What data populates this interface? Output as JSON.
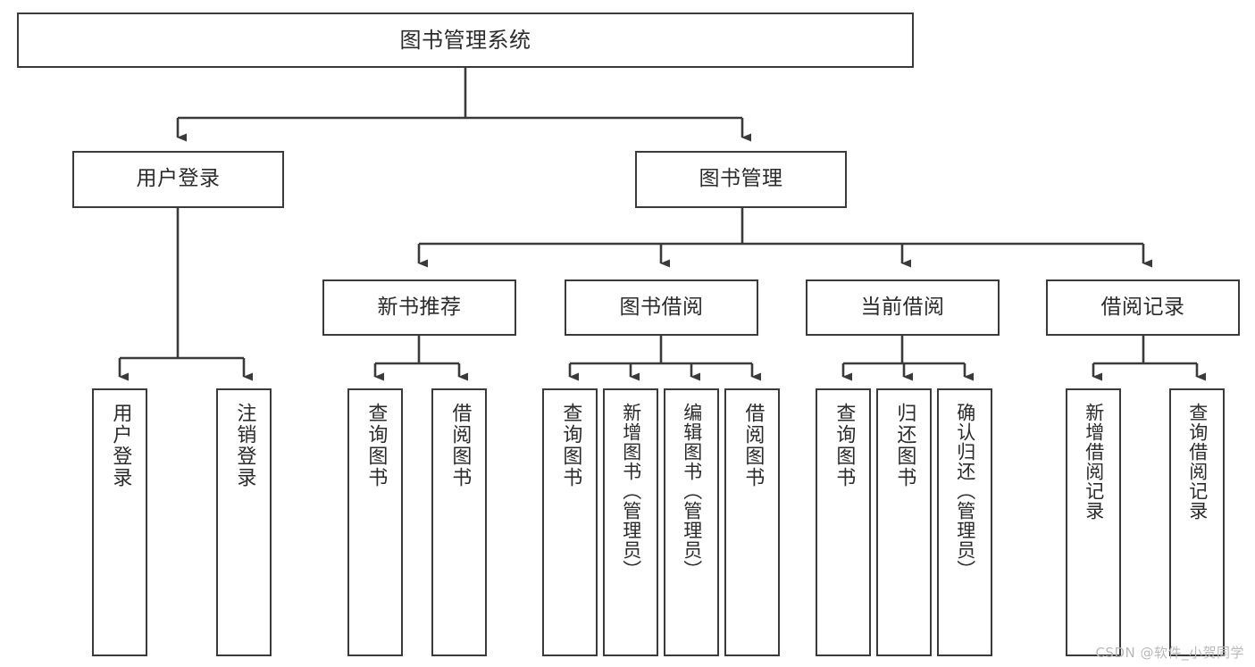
{
  "diagram": {
    "title": "图书管理系统",
    "type": "tree",
    "theme": {
      "background": "#ffffff",
      "box_border": "#3a3a3a",
      "text": "#2b2b2b",
      "connector": "#3a3a3a",
      "watermark": "#b9b9b9"
    },
    "levels": {
      "root": {
        "label": "图书管理系统"
      },
      "level2": [
        {
          "id": "user-login",
          "label": "用户登录"
        },
        {
          "id": "book-management",
          "label": "图书管理"
        }
      ],
      "level3": [
        {
          "id": "new-book-recommend",
          "label": "新书推荐"
        },
        {
          "id": "book-borrow",
          "label": "图书借阅"
        },
        {
          "id": "current-borrow",
          "label": "当前借阅"
        },
        {
          "id": "borrow-record",
          "label": "借阅记录"
        }
      ],
      "leaves": {
        "user-login": [
          {
            "id": "leaf-user-login",
            "label": "用户登录"
          },
          {
            "id": "leaf-logout-login",
            "label": "注销登录"
          }
        ],
        "new-book-recommend": [
          {
            "id": "leaf-query-book-1",
            "label": "查询图书"
          },
          {
            "id": "leaf-borrow-book-1",
            "label": "借阅图书"
          }
        ],
        "book-borrow": [
          {
            "id": "leaf-query-book-2",
            "label": "查询图书"
          },
          {
            "id": "leaf-add-book",
            "label": "新增图书（管理员）"
          },
          {
            "id": "leaf-edit-book",
            "label": "编辑图书（管理员）"
          },
          {
            "id": "leaf-borrow-book-2",
            "label": "借阅图书"
          }
        ],
        "current-borrow": [
          {
            "id": "leaf-query-book-3",
            "label": "查询图书"
          },
          {
            "id": "leaf-return-book",
            "label": "归还图书"
          },
          {
            "id": "leaf-confirm-return",
            "label": "确认归还（管理员）"
          }
        ],
        "borrow-record": [
          {
            "id": "leaf-add-record",
            "label": "新增借阅记录"
          },
          {
            "id": "leaf-query-record",
            "label": "查询借阅记录"
          }
        ]
      }
    }
  },
  "watermark": {
    "text": "CSDN @软件_小贺同学"
  }
}
